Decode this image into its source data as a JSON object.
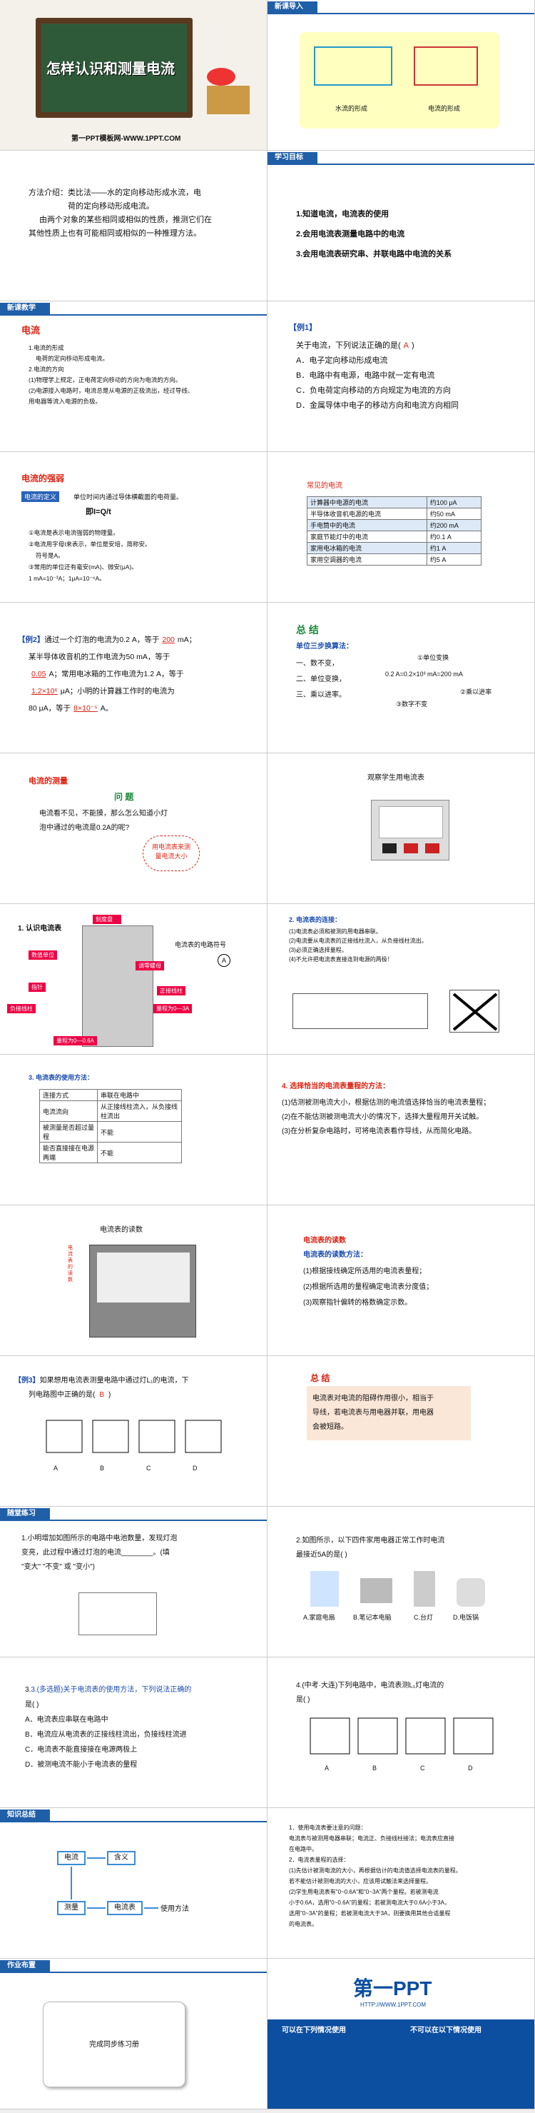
{
  "slide1": {
    "title": "怎样认识和测量电流",
    "footer": "第一PPT模板网-WWW.1PPT.COM"
  },
  "slide2": {
    "tag": "新课导入",
    "caption1": "水流的形成",
    "caption2": "电流的形成"
  },
  "slide3": {
    "text": [
      "方法介绍：类比法——水的定向移动形成水流，电",
      "荷的定向移动形成电流。",
      "由两个对象的某些相同或相似的性质，推测它们在",
      "其他性质上也有可能相同或相似的一种推理方法。"
    ]
  },
  "slide4": {
    "tag": "学习目标",
    "items": [
      "1.知道电流，电流表的使用",
      "2.会用电流表测量电路中的电流",
      "3.会用电流表研究串、并联电路中电流的关系"
    ]
  },
  "slide5": {
    "tag": "新课教学",
    "heading": "电流",
    "lines": [
      "1.电流的形成",
      "电荷的定向移动形成电流。",
      "2.电流的方向",
      "(1)物理学上规定，正电荷定向移动的方向为电流的方向。",
      "(2)电源接入电路时，电流总是从电源的正极流出，经过导线、",
      "用电器等流入电源的负极。"
    ]
  },
  "slide6": {
    "label": "【例1】",
    "q": "关于电流，下列说法正确的是(",
    "ans": "A",
    "q_end": ")",
    "options": [
      "A．电子定向移动形成电流",
      "B．电路中有电源，电路中就一定有电流",
      "C．负电荷定向移动的方向规定为电流的方向",
      "D．金属导体中电子的移动方向和电流方向相同"
    ]
  },
  "slide7": {
    "heading": "电流的强弱",
    "def_label": "电流的定义",
    "def": "单位时间内通过导体横截面的电荷量。",
    "formula": "即I=Q/t",
    "notes": [
      "①电流是表示电流强弱的物理量。",
      "②电流用字母I来表示，单位是安培，简称安。",
      "符号是A。",
      "③常用的单位还有毫安(mA)、微安(μA)。",
      "1 mA=10⁻³A；1μA=10⁻⁶A。"
    ]
  },
  "slide8": {
    "heading": "常见的电流",
    "rows": [
      [
        "计算器中电源的电流",
        "约100 μA"
      ],
      [
        "半导体收音机电源的电流",
        "约50 mA"
      ],
      [
        "手电筒中的电流",
        "约200 mA"
      ],
      [
        "家庭节能灯中的电流",
        "约0.1 A"
      ],
      [
        "家用电冰箱的电流",
        "约1 A"
      ],
      [
        "家用空调器的电流",
        "约5 A"
      ]
    ]
  },
  "slide9": {
    "label": "【例2】",
    "lines": [
      "通过一个灯泡的电流为0.2 A，等于____mA；",
      "某半导体收音机的工作电流为50 mA，等于",
      "____A；常用电冰箱的工作电流为1.2 A，等于",
      "____μA；小明的计算器工作时的电流为",
      "80 μA，等于____A。"
    ],
    "answers": [
      "200",
      "0.05",
      "1.2×10⁶",
      "8×10⁻⁵"
    ]
  },
  "slide10": {
    "heading": "总 结",
    "sub": "单位三步换算法：",
    "steps": [
      "一、数不变，",
      "二、单位变换，",
      "三、乘以进率。"
    ],
    "labels": [
      "①单位变换",
      "②乘以进率",
      "③数字不变"
    ],
    "example": "0.2 A=0.2×10³ mA=200 mA"
  },
  "slide11": {
    "heading": "电流的测量",
    "q": "问 题",
    "text": [
      "电流看不见，不能摸，那么怎么知道小灯",
      "泡中通过的电流是0.2A的呢?"
    ],
    "bubble": "用电流表来测量电流大小"
  },
  "slide12": {
    "caption": "观察学生用电流表"
  },
  "slide13": {
    "heading": "1. 认识电流表",
    "labels": [
      "刻度盘",
      "数值单位",
      "指针",
      "负接线柱",
      "量程为0—0.6A",
      "调零螺母",
      "正接线柱",
      "量程为0—3A"
    ],
    "symbol": "电流表的电路符号",
    "sym": "A"
  },
  "slide14": {
    "heading": "2. 电流表的连接：",
    "lines": [
      "(1)电流表必须和被测的用电器串联。",
      "(2)电流要从电流表的正接线柱流入，从负接线柱流出。",
      "(3)必须正确选择量程。",
      "(4)不允许把电流表直接连到电源的两极！"
    ]
  },
  "slide15": {
    "heading": "3. 电流表的使用方法：",
    "rows": [
      [
        "连接方式",
        "串联在电路中"
      ],
      [
        "电流流向",
        "从正接线柱流入，从负接线柱流出"
      ],
      [
        "被测量是否超过量程",
        "不能"
      ],
      [
        "能否直接接在电源两端",
        "不能"
      ]
    ]
  },
  "slide16": {
    "heading": "4. 选择恰当的电流表量程的方法：",
    "lines": [
      "(1)估测被测电流大小，根据估测的电流值选择恰当的电流表量程；",
      "(2)在不能估测被测电流大小的情况下，选择大量程用开关试触。",
      "(3)在分析复杂电路时，可将电流表看作导线，从而简化电路。"
    ]
  },
  "slide17": {
    "caption": "电流表的读数",
    "scale_label": "电流表的读数"
  },
  "slide18": {
    "heading": "电流表的读数",
    "sub": "电流表的读数方法：",
    "lines": [
      "(1)根据接线确定所选用的电流表量程；",
      "(2)根据所选用的量程确定电流表分度值；",
      "(3)观察指针偏转的格数确定示数。"
    ]
  },
  "slide19": {
    "label": "【例3】",
    "q": [
      "如果想用电流表测量电路中通过灯L₁的电流，下",
      "列电路图中正确的是(",
      "B",
      ")"
    ],
    "opts": [
      "A",
      "B",
      "C",
      "D"
    ]
  },
  "slide20": {
    "heading": "总 结",
    "lines": [
      "电流表对电流的阻碍作用很小，相当于",
      "导线，若电流表与用电器并联，用电器",
      "会被短路。"
    ]
  },
  "slide21": {
    "tag": "随堂练习",
    "lines": [
      "1.小明增加如图所示的电路中电池数量，发现灯泡",
      "变亮，此过程中通过灯泡的电流________。(填",
      "\"变大\" \"不变\" 或 \"变小\")"
    ]
  },
  "slide22": {
    "lines": [
      "2.如图所示，以下四件家用电器正常工作时电流",
      "最接近5A的是(    )"
    ],
    "items": [
      "A.家庭电扇",
      "B.笔记本电脑",
      "C.台灯",
      "D.电饭锅"
    ]
  },
  "slide23": {
    "lines": [
      "3.(多选题)关于电流表的使用方法，下列说法正确的",
      "是(    )"
    ],
    "options": [
      "A．电流表应串联在电路中",
      "B．电流应从电流表的正接线柱流出，负接线柱流进",
      "C．电流表不能直接接在电源两极上",
      "D．被测电流不能小于电流表的量程"
    ]
  },
  "slide24": {
    "lines": [
      "4.(中考·大连)下列电路中，电流表测L₁灯电流的",
      "是(    )"
    ],
    "opts": [
      "A",
      "B",
      "C",
      "D"
    ]
  },
  "slide25": {
    "tag": "知识总结",
    "nodes": [
      "电流",
      "含义",
      "测量",
      "电流表",
      "使用方法"
    ]
  },
  "slide26": {
    "lines": [
      "1．使用电流表要注意的问题：",
      "电流表与被测用电器串联；电流正、负接线柱接法；电流表应直接",
      "在电路中。",
      "2．电流表量程的选择：",
      "(1)先估计被测电流的大小，再根据估计的电流值选择电流表的量程。",
      "若不能估计被测电流的大小，应该用试触法来选择量程。",
      "(2)学生用电流表有\"0~0.6A\"和\"0~3A\"两个量程。若被测电流",
      "小于0.6A，选用\"0~0.6A\"的量程；若被测电流大于0.6A小于3A，",
      "选用\"0~3A\"的量程；若被测电流大于3A，则要换用其他合适量程",
      "的电流表。"
    ]
  },
  "slide27": {
    "tag": "作业布置",
    "card": "完成同步练习册"
  },
  "slide28": {
    "logo": "第一PPT",
    "url": "HTTP://WWW.1PPT.COM",
    "left_title": "可以在下列情况使用",
    "right_title": "不可以在以下情况使用"
  }
}
